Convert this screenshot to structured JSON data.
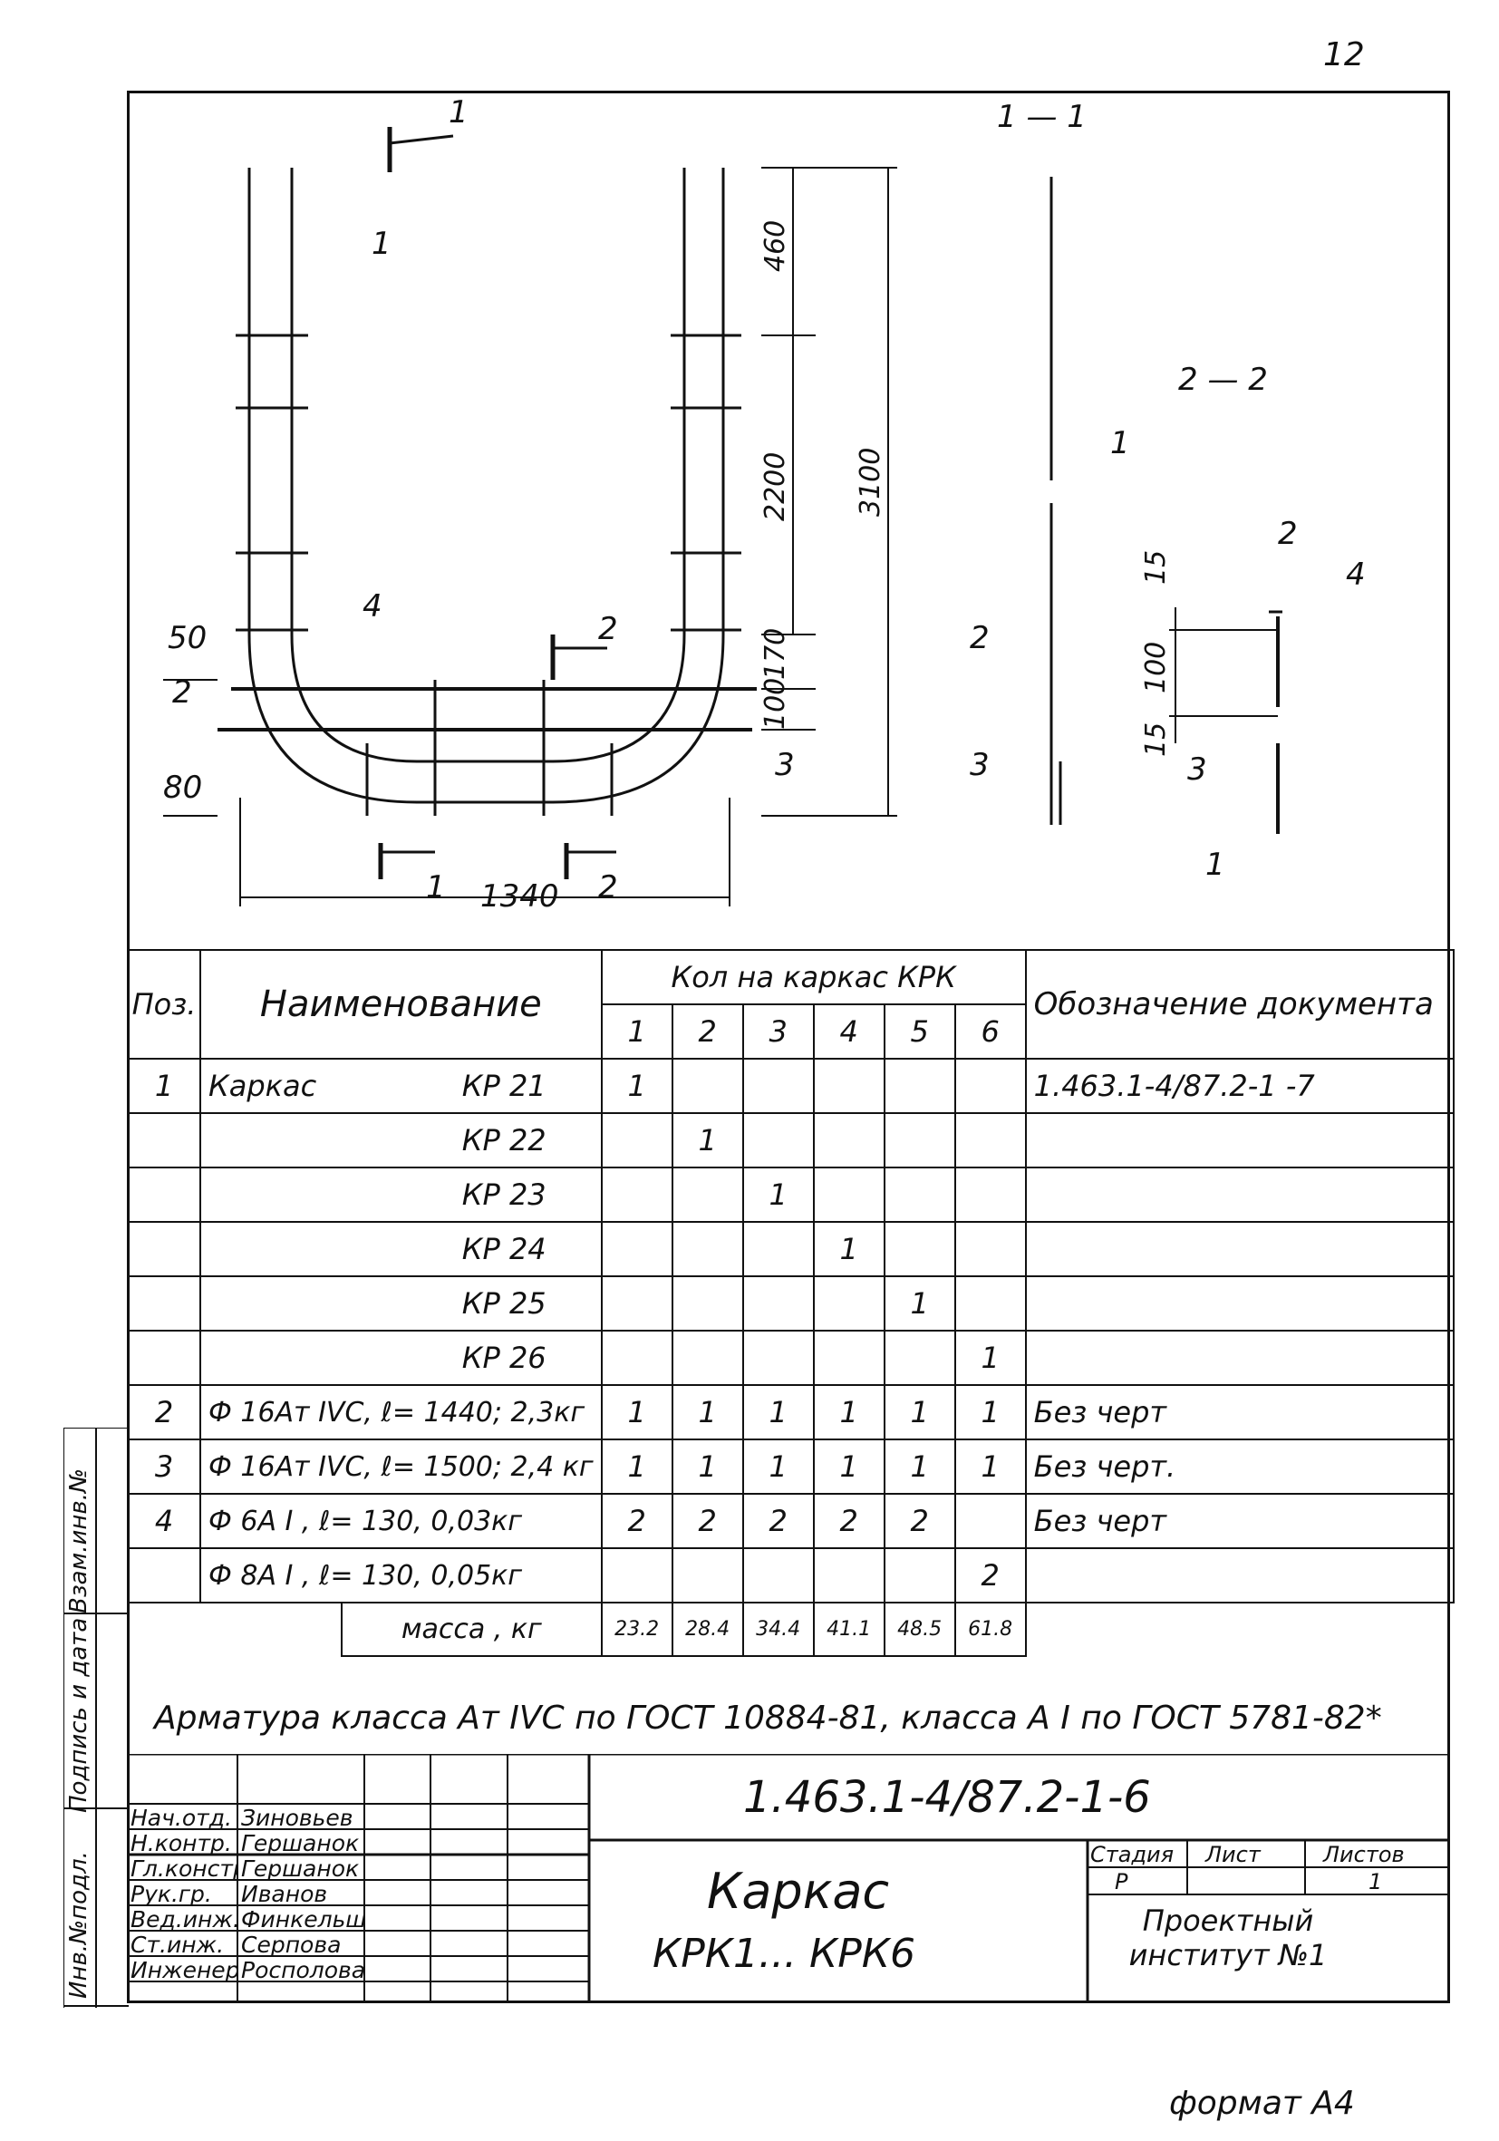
{
  "sheet": {
    "number": "12",
    "format": "формат А4"
  },
  "drawing": {
    "section_1_label": "1 — 1",
    "section_2_label": "2 — 2",
    "cut_1": "1",
    "cut_2": "2",
    "dimensions": {
      "d460": "460",
      "d2200": "2200",
      "d3100": "3100",
      "d170": "170",
      "d100": "100",
      "d50": "50",
      "d80": "80",
      "d1340": "1340",
      "d15a": "15",
      "d100b": "100",
      "d15b": "15"
    },
    "position_markers": [
      "1",
      "2",
      "3",
      "4"
    ]
  },
  "spec_table": {
    "headers": {
      "pos": "Поз.",
      "name": "Наименование",
      "qty_group": "Кол на каркас КРК",
      "qty_cols": [
        "1",
        "2",
        "3",
        "4",
        "5",
        "6"
      ],
      "doc": "Обозначение документа"
    },
    "rows": [
      {
        "pos": "1",
        "name_left": "Каркас",
        "name_right": "КР 21",
        "q": [
          "1",
          "",
          "",
          "",
          "",
          ""
        ],
        "doc": "1.463.1-4/87.2-1 -7"
      },
      {
        "pos": "",
        "name_left": "",
        "name_right": "КР 22",
        "q": [
          "",
          "1",
          "",
          "",
          "",
          ""
        ],
        "doc": ""
      },
      {
        "pos": "",
        "name_left": "",
        "name_right": "КР 23",
        "q": [
          "",
          "",
          "1",
          "",
          "",
          ""
        ],
        "doc": ""
      },
      {
        "pos": "",
        "name_left": "",
        "name_right": "КР 24",
        "q": [
          "",
          "",
          "",
          "1",
          "",
          ""
        ],
        "doc": ""
      },
      {
        "pos": "",
        "name_left": "",
        "name_right": "КР 25",
        "q": [
          "",
          "",
          "",
          "",
          "1",
          ""
        ],
        "doc": ""
      },
      {
        "pos": "",
        "name_left": "",
        "name_right": "КР 26",
        "q": [
          "",
          "",
          "",
          "",
          "",
          "1"
        ],
        "doc": ""
      },
      {
        "pos": "2",
        "name_left": "Ф 16Ат IVС, ℓ= 1440; 2,3кг",
        "name_right": "",
        "q": [
          "1",
          "1",
          "1",
          "1",
          "1",
          "1"
        ],
        "doc": "Без черт"
      },
      {
        "pos": "3",
        "name_left": "Ф 16Ат IVС, ℓ= 1500; 2,4 кг",
        "name_right": "",
        "q": [
          "1",
          "1",
          "1",
          "1",
          "1",
          "1"
        ],
        "doc": "Без черт."
      },
      {
        "pos": "4",
        "name_left": "Ф 6А I , ℓ= 130, 0,03кг",
        "name_right": "",
        "q": [
          "2",
          "2",
          "2",
          "2",
          "2",
          ""
        ],
        "doc": "Без черт"
      },
      {
        "pos": "",
        "name_left": "Ф 8А I , ℓ= 130, 0,05кг",
        "name_right": "",
        "q": [
          "",
          "",
          "",
          "",
          "",
          "2"
        ],
        "doc": ""
      }
    ],
    "mass_label": "масса , кг",
    "mass_values": [
      "23.2",
      "28.4",
      "34.4",
      "41.1",
      "48.5",
      "61.8"
    ]
  },
  "note": "Арматура класса Ат IVС по ГОСТ 10884-81, класса А I по ГОСТ 5781-82*",
  "title_block": {
    "doc_number": "1.463.1-4/87.2-1-6",
    "title_line1": "Каркас",
    "title_line2": "КРК1... КРК6",
    "signatures": [
      {
        "role": "Нач.отд.",
        "name": "Зиновьев"
      },
      {
        "role": "Н.контр.",
        "name": "Гершанок"
      },
      {
        "role": "Гл.констр.",
        "name": "Гершанок"
      },
      {
        "role": "Рук.гр.",
        "name": "Иванов"
      },
      {
        "role": "Вед.инж.",
        "name": "Финкельштейн"
      },
      {
        "role": "Ст.инж.",
        "name": "Серпова"
      },
      {
        "role": "Инженер",
        "name": "Росполова"
      }
    ],
    "stage_label": "Стадия",
    "sheet_label": "Лист",
    "sheets_label": "Листов",
    "stage_value": "Р",
    "sheet_value": "",
    "sheets_value": "1",
    "organization": "Проектный институт №1"
  },
  "side_labels": {
    "inv_no": "Инв.№подл.",
    "sign_date": "Подпись и дата",
    "replace_inv": "Взам.инв.№"
  }
}
